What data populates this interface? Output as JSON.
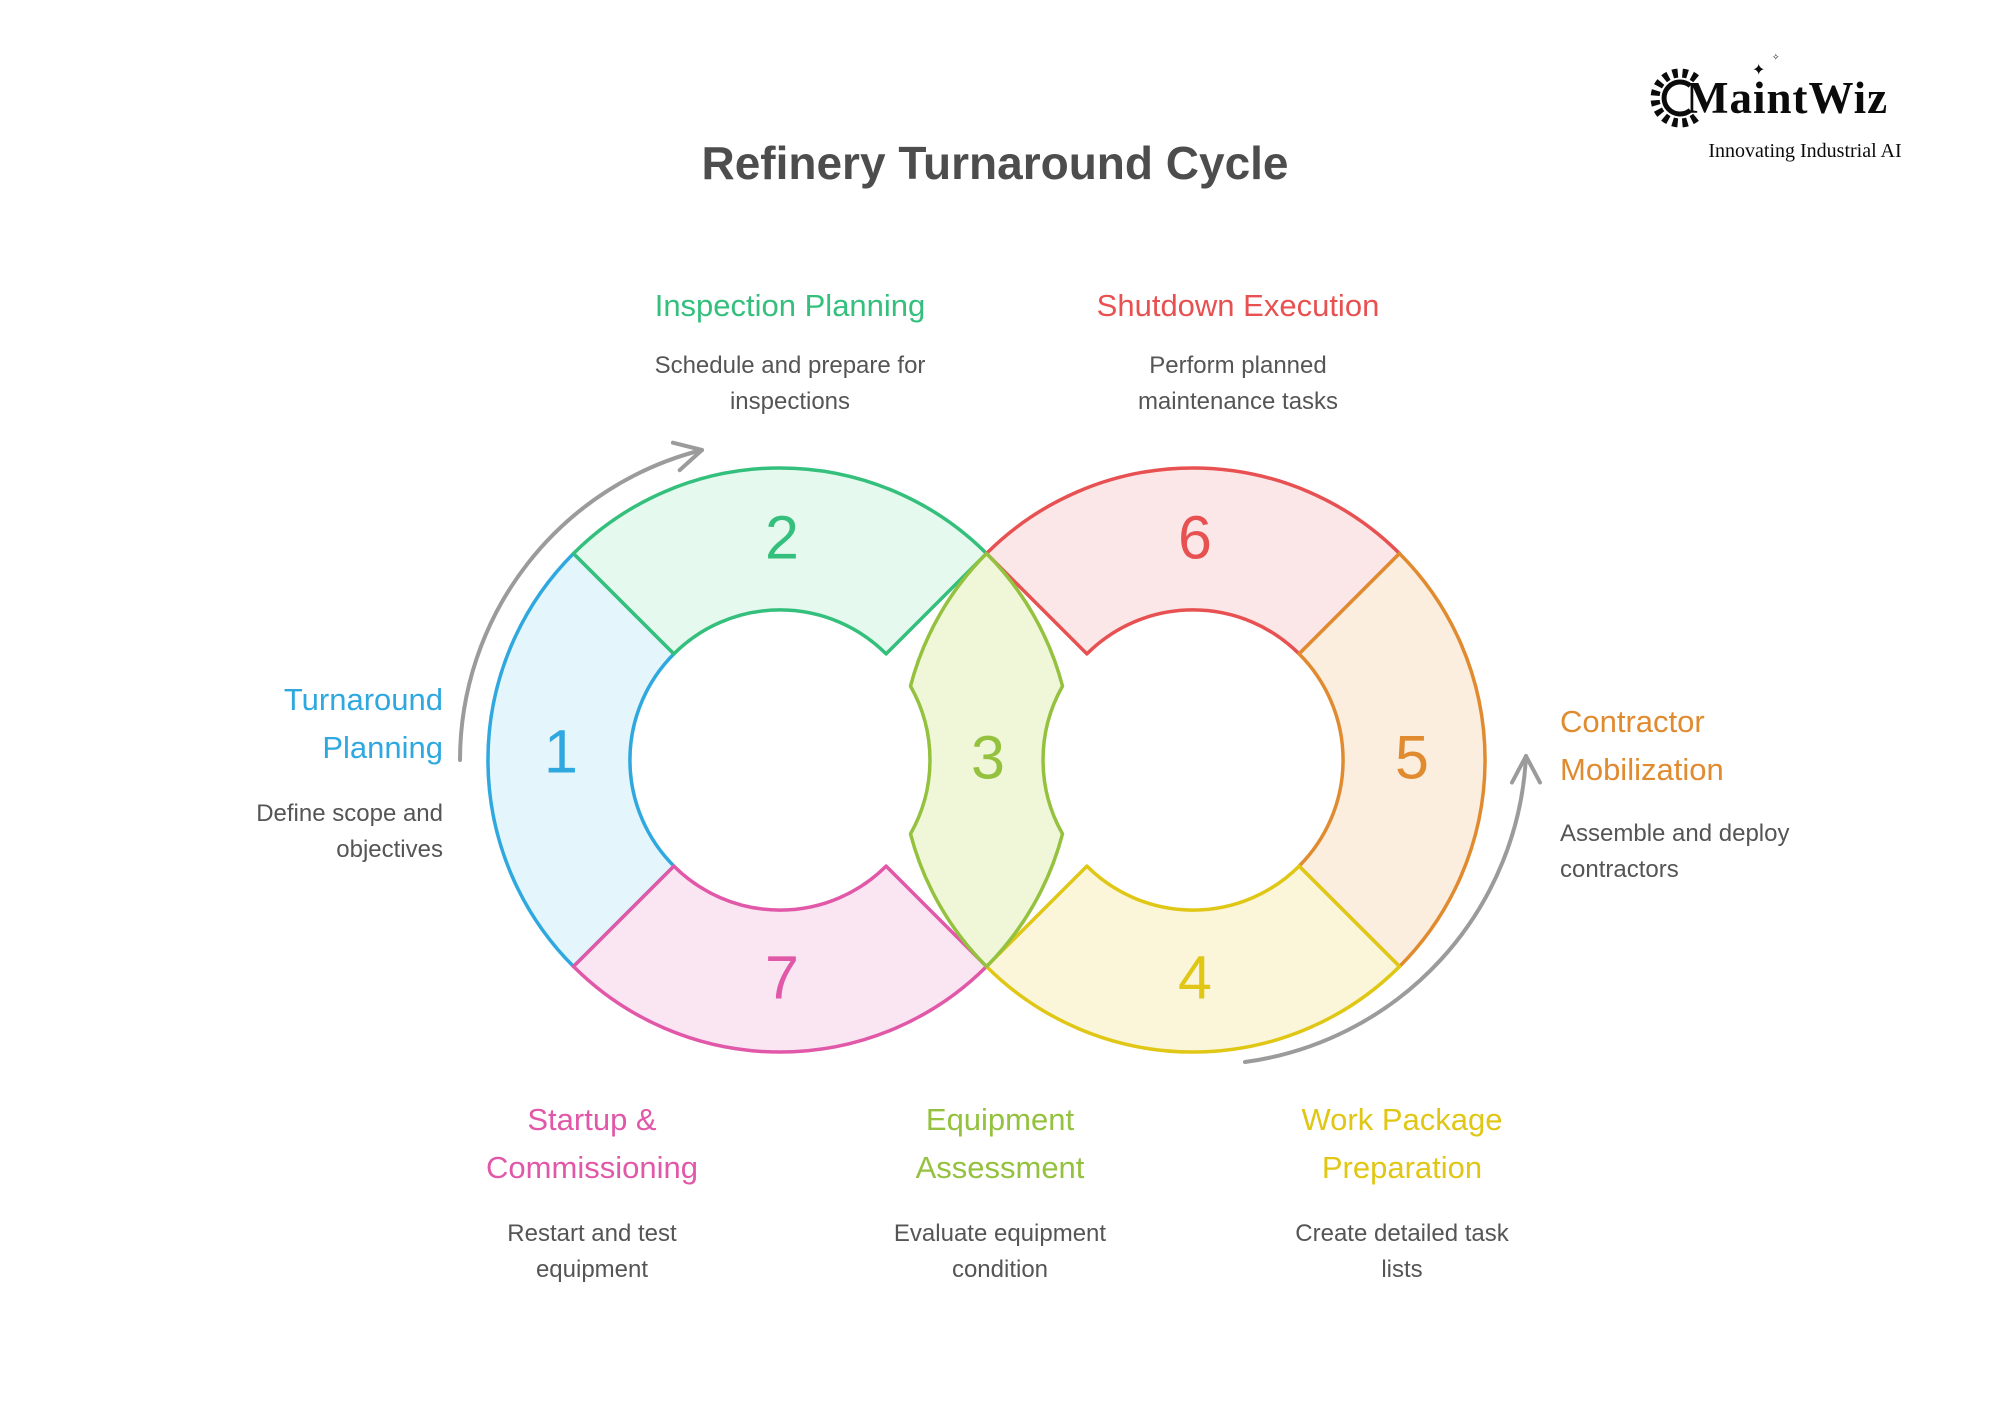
{
  "title": "Refinery Turnaround Cycle",
  "logo": {
    "name": "MaintWiz",
    "tagline": "Innovating Industrial AI",
    "sparkle_icon": "✦",
    "sparkle_icon_small": "✧",
    "gear_icon": "gear",
    "color": "#0B0B0B"
  },
  "colors": {
    "background": "#FFFFFF",
    "title_text": "#4D4D4D",
    "description_text": "#555555",
    "arrow": "#9B9B9B"
  },
  "diagram": {
    "type": "infinity-loop-cycle",
    "steps": [
      {
        "num": "1",
        "title": "Turnaround Planning",
        "desc": "Define scope and objectives",
        "color": "#2FA8DF",
        "fill": "#E4F5FB"
      },
      {
        "num": "2",
        "title": "Inspection Planning",
        "desc": "Schedule and prepare for inspections",
        "color": "#34C07C",
        "fill": "#E5F9EF"
      },
      {
        "num": "3",
        "title": "Equipment Assessment",
        "desc": "Evaluate equipment condition",
        "color": "#94C13E",
        "fill": "#F0F7D9"
      },
      {
        "num": "4",
        "title": "Work Package Preparation",
        "desc": "Create detailed task lists",
        "color": "#E0C716",
        "fill": "#FBF6D9"
      },
      {
        "num": "5",
        "title": "Contractor Mobilization",
        "desc": "Assemble and deploy contractors",
        "color": "#E18B30",
        "fill": "#FBEEDE"
      },
      {
        "num": "6",
        "title": "Shutdown Execution",
        "desc": "Perform planned maintenance tasks",
        "color": "#E85152",
        "fill": "#FBE7E7"
      },
      {
        "num": "7",
        "title": "Startup & Commissioning",
        "desc": "Restart and test equipment",
        "color": "#E158A8",
        "fill": "#FAE6F2"
      }
    ]
  }
}
